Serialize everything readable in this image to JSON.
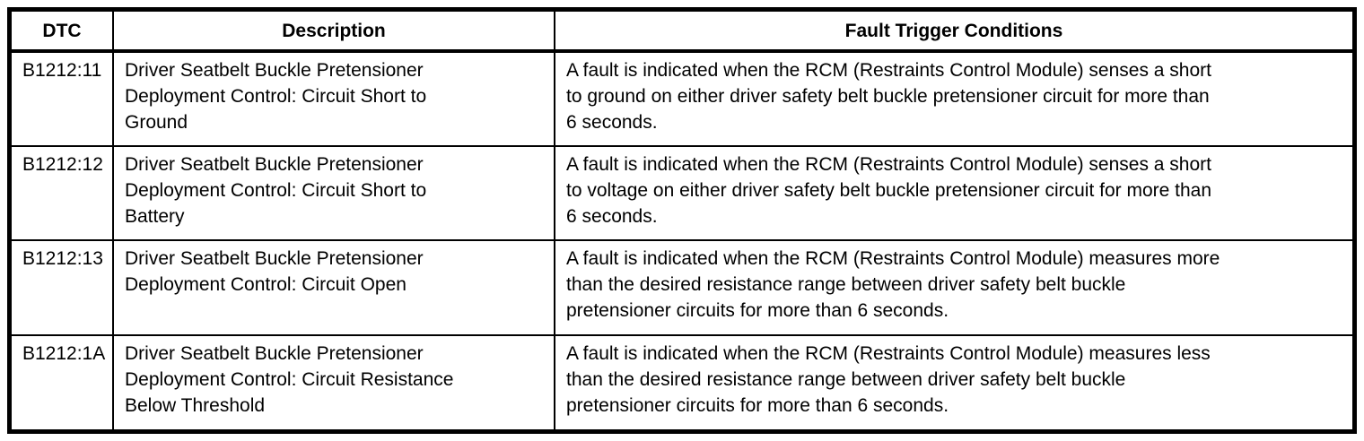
{
  "table": {
    "columns": [
      {
        "label": "DTC"
      },
      {
        "label": "Description"
      },
      {
        "label": "Fault Trigger Conditions"
      }
    ],
    "rows": [
      {
        "dtc": "B1212:11",
        "description": "Driver Seatbelt Buckle Pretensioner\nDeployment Control: Circuit Short to\nGround",
        "fault": "A fault is indicated when the RCM (Restraints Control Module) senses a short\nto ground on either driver safety belt buckle pretensioner circuit for more than\n6 seconds."
      },
      {
        "dtc": "B1212:12",
        "description": "Driver Seatbelt Buckle Pretensioner\nDeployment Control: Circuit Short to\nBattery",
        "fault": "A fault is indicated when the RCM (Restraints Control Module) senses a short\nto voltage on either driver safety belt buckle pretensioner circuit for more than\n6 seconds."
      },
      {
        "dtc": "B1212:13",
        "description": "Driver Seatbelt Buckle Pretensioner\nDeployment Control: Circuit Open",
        "fault": "A fault is indicated when the RCM (Restraints Control Module) measures more\nthan the desired resistance range between driver safety belt buckle\npretensioner circuits for more than 6 seconds."
      },
      {
        "dtc": "B1212:1A",
        "description": "Driver Seatbelt Buckle Pretensioner\nDeployment Control: Circuit Resistance\nBelow Threshold",
        "fault": "A fault is indicated when the RCM (Restraints Control Module) measures less\nthan the desired resistance range between driver safety belt buckle\npretensioner circuits for more than 6 seconds."
      }
    ],
    "text_color": "#000000",
    "border_color": "#000000",
    "background_color": "#ffffff"
  }
}
